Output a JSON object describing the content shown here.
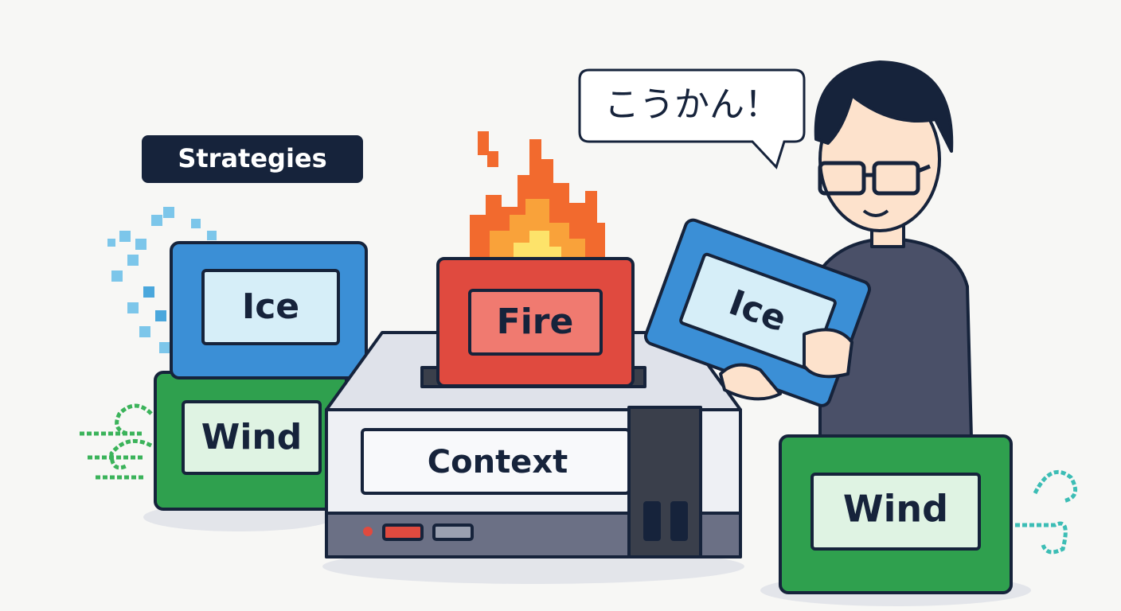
{
  "title_tag": {
    "label": "Strategies"
  },
  "speech_bubble": {
    "text": "こうかん！"
  },
  "cartridges": {
    "left_ice": {
      "label": "Ice",
      "color": "#3b8fd6"
    },
    "left_wind": {
      "label": "Wind",
      "color": "#2fa04e"
    },
    "inserted_fire": {
      "label": "Fire",
      "color": "#e04a3f"
    },
    "held_ice": {
      "label": "Ice",
      "color": "#3b8fd6"
    },
    "right_wind": {
      "label": "Wind",
      "color": "#2fa04e"
    }
  },
  "console": {
    "label": "Context"
  },
  "colors": {
    "navy": "#16233b",
    "background": "#f7f7f5"
  }
}
